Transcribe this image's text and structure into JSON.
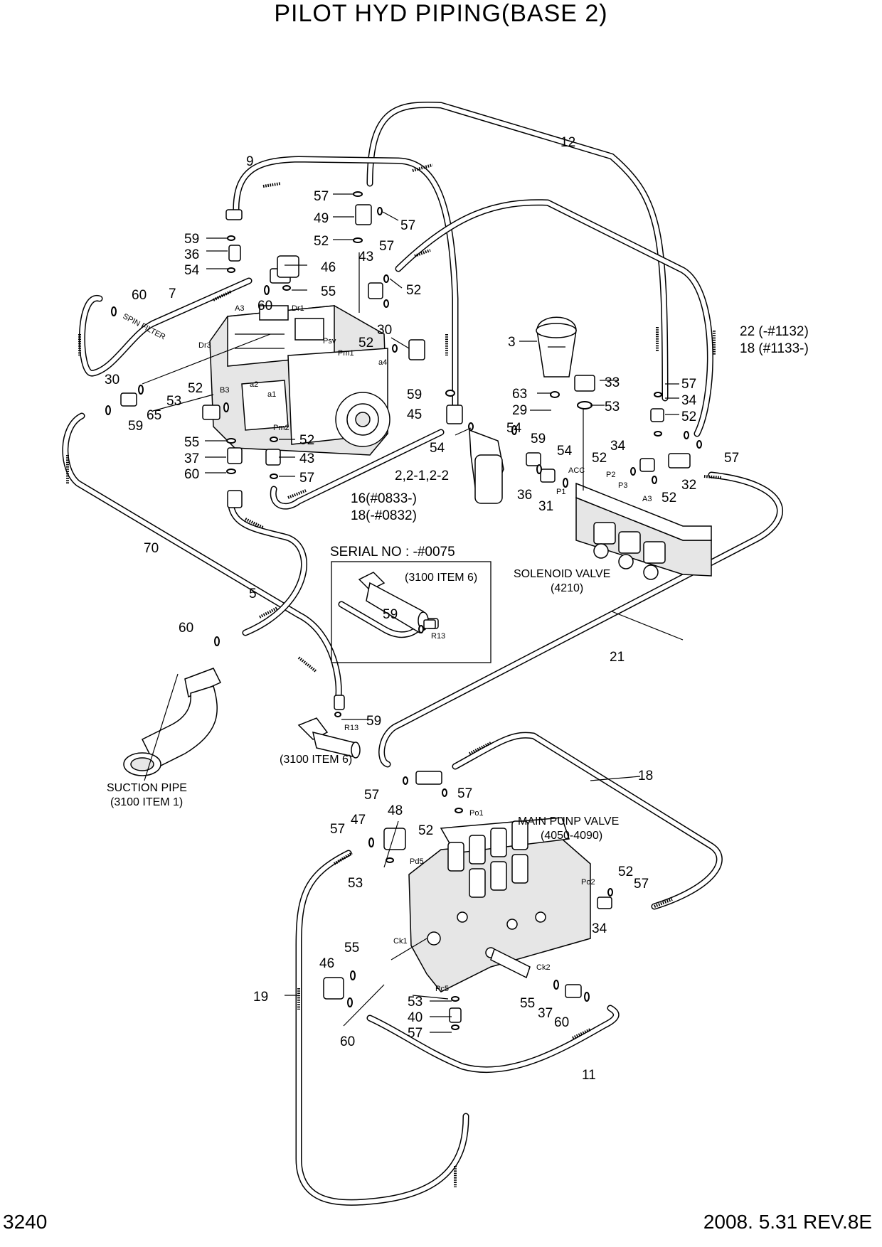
{
  "title": "PILOT HYD PIPING(BASE 2)",
  "page_number": "3240",
  "revision": "2008. 5.31  REV.8E",
  "inset": {
    "header": "SERIAL NO : -#0075",
    "note": "(3100 ITEM 6)",
    "item_59": "59",
    "port_r13": "R13"
  },
  "callouts": {
    "c_9": "9",
    "c_12": "12",
    "c_57a": "57",
    "c_49": "49",
    "c_57b": "57",
    "c_52a": "52",
    "c_59a": "59",
    "c_36a": "36",
    "c_54a": "54",
    "c_46a": "46",
    "c_55a": "55",
    "c_43a": "43",
    "c_57c": "57",
    "c_52b": "52",
    "c_60a": "60",
    "c_7": "7",
    "c_60b": "60",
    "c_30a": "30",
    "c_52c": "52",
    "c_22": "22 (-#1132)",
    "c_18a": "18 (#1133-)",
    "c_3": "3",
    "c_33": "33",
    "c_63": "63",
    "c_53a": "53",
    "c_29": "29",
    "c_57d": "57",
    "c_34a": "34",
    "c_52d": "52",
    "c_30b": "30",
    "c_53b": "53",
    "c_52e": "52",
    "c_65": "65",
    "c_59b": "59",
    "c_59c": "59",
    "c_45": "45",
    "c_54b": "54",
    "c_54c": "54",
    "c_59d": "59",
    "c_54d": "54",
    "c_34b": "34",
    "c_57e": "57",
    "c_52f": "52",
    "c_55b": "55",
    "c_52g": "52",
    "c_37a": "37",
    "c_43b": "43",
    "c_60c": "60",
    "c_57f": "57",
    "c_2": "2,2-1,2-2",
    "c_36b": "36",
    "c_31": "31",
    "c_32": "32",
    "c_52h": "52",
    "c_16": "16(#0833-)",
    "c_18b": "18(-#0832)",
    "c_70": "70",
    "c_5": "5",
    "c_60d": "60",
    "c_21": "21",
    "c_59e": "59",
    "c_57g": "57",
    "c_48": "48",
    "c_57h": "57",
    "c_18c": "18",
    "c_47": "47",
    "c_57i": "57",
    "c_52i": "52",
    "c_53c": "53",
    "c_52j": "52",
    "c_57j": "57",
    "c_34c": "34",
    "c_55c": "55",
    "c_46b": "46",
    "c_19": "19",
    "c_53d": "53",
    "c_40": "40",
    "c_57k": "57",
    "c_60e": "60",
    "c_55d": "55",
    "c_37b": "37",
    "c_60f": "60",
    "c_11": "11"
  },
  "ports": {
    "a3": "A3",
    "dr1": "Dr1",
    "dr3": "Dr3",
    "psv": "Psv",
    "pm1": "Pm1",
    "a4": "a4",
    "a2": "a2",
    "b3": "B3",
    "a1": "a1",
    "pm2": "Pm2",
    "acc": "ACC",
    "p2": "P2",
    "p3": "P3",
    "a3b": "A3",
    "p1": "P1",
    "r13": "R13",
    "po1": "Po1",
    "pd5": "Pd5",
    "po2": "Po2",
    "ck1": "Ck1",
    "ck2": "Ck2",
    "pc5": "Pc5"
  },
  "notes": {
    "spin_filter": "SPIN FILTER",
    "solenoid_1": "SOLENOID VALVE",
    "solenoid_2": "(4210)",
    "main_pump_1": "MAIN PUNP VALVE",
    "main_pump_2": "(4050-4090)",
    "suction_1": "SUCTION PIPE",
    "suction_2": "(3100 ITEM 1)",
    "item6_note": "(3100 ITEM 6)"
  }
}
